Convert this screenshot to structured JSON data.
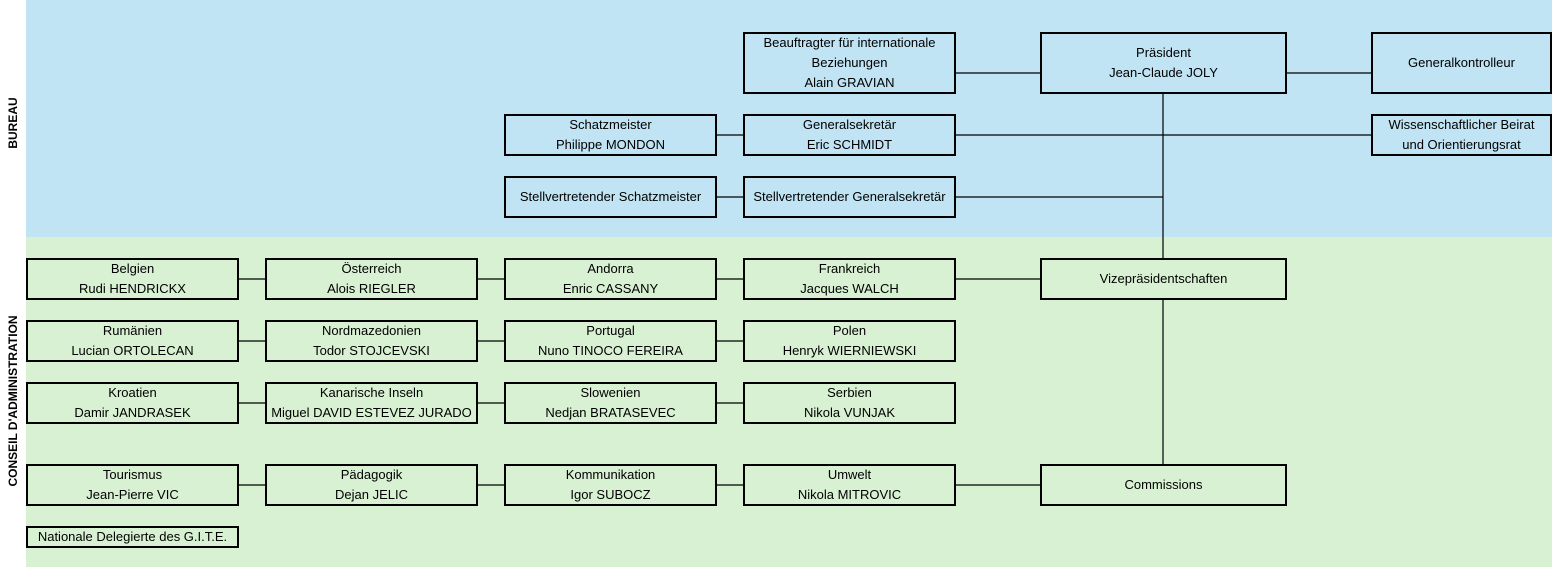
{
  "sections": {
    "bureau": "BUREAU",
    "conseil": "CONSEIL D'ADMINISTRATION"
  },
  "bureau": {
    "beauftragter": {
      "line1": "Beauftragter für internationale",
      "line2": "Beziehungen",
      "line3": "Alain GRAVIAN"
    },
    "praesident": {
      "title": "Präsident",
      "name": "Jean-Claude JOLY"
    },
    "generalkontrolleur": {
      "title": "Generalkontrolleur"
    },
    "schatzmeister": {
      "title": "Schatzmeister",
      "name": "Philippe MONDON"
    },
    "generalsekretaer": {
      "title": "Generalsekretär",
      "name": "Eric SCHMIDT"
    },
    "beirat": {
      "line1": "Wissenschaftlicher Beirat",
      "line2": "und Orientierungsrat"
    },
    "stv_schatzmeister": {
      "title": "Stellvertretender Schatzmeister"
    },
    "stv_generalsekretaer": {
      "title": "Stellvertretender Generalsekretär"
    }
  },
  "conseil": {
    "vizepraesidentschaften": {
      "title": "Vizepräsidentschaften"
    },
    "commissions": {
      "title": "Commissions"
    },
    "countries": [
      {
        "country": "Belgien",
        "name": "Rudi HENDRICKX"
      },
      {
        "country": "Österreich",
        "name": "Alois RIEGLER"
      },
      {
        "country": "Andorra",
        "name": "Enric CASSANY"
      },
      {
        "country": "Frankreich",
        "name": "Jacques WALCH"
      },
      {
        "country": "Rumänien",
        "name": "Lucian ORTOLECAN"
      },
      {
        "country": "Nordmazedonien",
        "name": "Todor STOJCEVSKI"
      },
      {
        "country": "Portugal",
        "name": "Nuno TINOCO FEREIRA"
      },
      {
        "country": "Polen",
        "name": "Henryk WIERNIEWSKI"
      },
      {
        "country": "Kroatien",
        "name": "Damir JANDRASEK"
      },
      {
        "country": "Kanarische Inseln",
        "name": "Miguel DAVID ESTEVEZ JURADO"
      },
      {
        "country": "Slowenien",
        "name": "Nedjan BRATASEVEC"
      },
      {
        "country": "Serbien",
        "name": "Nikola VUNJAK"
      }
    ],
    "commission_members": [
      {
        "topic": "Tourismus",
        "name": "Jean-Pierre VIC"
      },
      {
        "topic": "Pädagogik",
        "name": "Dejan JELIC"
      },
      {
        "topic": "Kommunikation",
        "name": "Igor SUBOCZ"
      },
      {
        "topic": "Umwelt",
        "name": "Nikola MITROVIC"
      }
    ],
    "nationale_delegierte": {
      "title": "Nationale Delegierte des G.I.T.E."
    }
  }
}
